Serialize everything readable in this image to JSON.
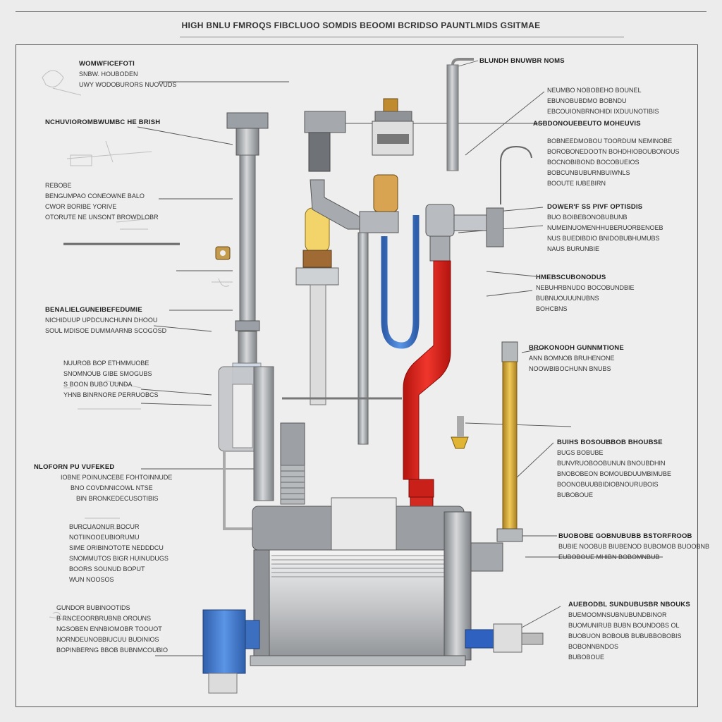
{
  "title": "HIGH BNLU FMROQS FIBCLUOO SOMDIS BEOOMI BCRIDSO PAUNTLMIDS GSITMAE",
  "labels": [
    {
      "id": "a",
      "lines": [
        "WOMWFICEFOTI",
        "SNBW. HOUBODEN",
        "UWY WODOBURORS NUOVUDS"
      ],
      "bold": [
        0
      ]
    },
    {
      "id": "b",
      "lines": [
        "NCHUVIOROMBWUMBC HE BRISH"
      ],
      "bold": [
        0
      ]
    },
    {
      "id": "c",
      "lines": [
        "REBOBE",
        "BENGUMPAO  CONEOWNE BALO",
        "CWOR BORIBE YORIVE",
        "OTORUTE NE UNSONT BROWDLOBR"
      ],
      "bold": []
    },
    {
      "id": "d",
      "lines": [
        "BENALIELGUNEIBEFEDUMIE",
        "NICHIDUUP UPDCUNCHUNN DHOOU",
        "SOUL MDISOE DUMMAARNB SCOGOSD"
      ],
      "bold": [
        0
      ]
    },
    {
      "id": "e",
      "lines": [
        "NUUROB BOP ETHMMUOBE",
        "SNOMNOUB GIBE SMOGUBS",
        "",
        "S BOON BUBO UUNDA",
        "YHNB BINRNORE PERRUOBCS"
      ],
      "bold": []
    },
    {
      "id": "f",
      "lines": [
        "NLOFORN PU VUFEKED",
        "IOBNE POINUNCEBE FOHTOINNUDE",
        "BNO COVDNNICOWL NTSE",
        "BIN BRONKEDECUSOTIBIS"
      ],
      "bold": [
        0
      ]
    },
    {
      "id": "g",
      "lines": [
        "BURCUAONUR BOCUR",
        "NOTIINOOEUBIORUMU",
        "SIME ORIBINOTOTE NEDDDCU",
        "SNOMMUTOS BIGR HUINUDUGS",
        "BOORS SOUNUD BOPUT",
        "WUN NOOSOS"
      ],
      "bold": []
    },
    {
      "id": "h",
      "lines": [
        "GUNDOR BUBINOOTIDS",
        "B  RNCEOORBRUBNB OROUNS",
        "NGSOBEN ENNBIOMOBR TOOUOT",
        "NORNDEUNOBBIUCUU BUDINIOS",
        "BOPINBERNG  BBOB BUBNMCOUBIO"
      ],
      "bold": []
    },
    {
      "id": "i",
      "lines": [
        "BLUNDH BNUWBR NOMS"
      ],
      "bold": [
        0
      ]
    },
    {
      "id": "j",
      "lines": [
        "NEUMBO NOBOBEHO BOUNEL",
        "EBUNOBUBDMO BOBNDU",
        "EBCOUIONBRNOHIDI IXDUUNOTIBIS"
      ],
      "bold": []
    },
    {
      "id": "k",
      "lines": [
        "ASBDONOUEBEUTO MOHEUVIS"
      ],
      "bold": [
        0
      ]
    },
    {
      "id": "l",
      "lines": [
        "BOBNEEDMOBOU TOORDUM NEMINOBE",
        "BOROBONEDOOTN BOHDHIOBOUBONOUS",
        "BOCNOBIBOND BOCOBUEIOS",
        "BOBCUNBUBURNBUIWNLS",
        "BOOUTE IUBEBIRN"
      ],
      "bold": []
    },
    {
      "id": "m",
      "lines": [
        "DOWER'F SS PIVF OPTISDIS",
        "BUO BOIBEBONOBUBUNB",
        "NUMEINUOMENHHUBERUORBENOEB",
        "NUS BUEDIBDIO BNIDOBUBHUMUBS",
        "NAUS BURUNBIE"
      ],
      "bold": [
        0
      ]
    },
    {
      "id": "n",
      "lines": [
        "HMEBSCUBONODUS",
        "NEBUHRBNUDO BOCOBUNDBIE",
        "BUBNUOUUUNUBNS",
        "BOHCBNS"
      ],
      "bold": [
        0
      ]
    },
    {
      "id": "o",
      "lines": [
        "BROKONODH GUNNMTIONE",
        "ANN BOMNOB BRUHENONE",
        "NOOWBIBOCHUNN BNUBS"
      ],
      "bold": [
        0
      ]
    },
    {
      "id": "p",
      "lines": [
        "BUIHS BOSOUBBOB BHOUBSE",
        "BUGS BOBUBE",
        "BUNVRUOBOOBUNUN BNOUBDHIN",
        "BNOBOBEON BOMOUBDUUMBIMUBE",
        "BOONOBUUBBIDIOBNOURUBOIS",
        "BUBOBOUE"
      ],
      "bold": [
        0
      ]
    },
    {
      "id": "q",
      "lines": [
        "BUOBOBE GOBNUBUBB BSTORFROOB",
        "BUBIE NOOBUB BIUBENOD BUBOMOB BUOOBNB",
        "EUBOBOUE MHIBN BOBOMNBUB"
      ],
      "bold": [
        0
      ]
    },
    {
      "id": "r",
      "lines": [
        "AUEBODBL SUNDUBUSBR NBOUKS",
        "BUEMOOMNSUBNUBUNDBINOR",
        "BUOMUNIRUB BUBN BOUNDOBS OL",
        "BUOBUON BOBOUB BUBUBBOBOBIS",
        "BOBONNBNDOS",
        "BUBOBOUE"
      ],
      "bold": [
        0
      ]
    }
  ],
  "colors": {
    "hot_pipe": "#e52620",
    "cold_pipe": "#3f83d8",
    "brass": "#d6a83a",
    "steel": "#9ea2a6",
    "tank": "#b9bcbf",
    "blue_fitting": "#3e74c8"
  }
}
